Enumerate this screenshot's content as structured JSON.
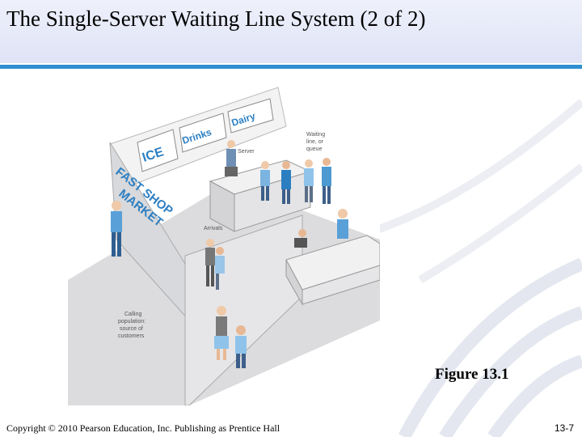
{
  "slide": {
    "title": "The Single-Server Waiting Line System (2 of 2)",
    "caption": "Figure 13.1",
    "copyright": "Copyright © 2010 Pearson Education, Inc. Publishing as Prentice Hall",
    "page_number": "13-7",
    "accent_color": "#2f8fd0"
  },
  "figure": {
    "signs": {
      "ice": "ICE",
      "drinks": "Drinks",
      "dairy": "Dairy"
    },
    "store_name": {
      "line1": "FAST SHOP",
      "line2": "MARKET"
    },
    "labels": {
      "server": "Server",
      "waiting_line1": "Waiting",
      "waiting_line2": "line, or",
      "waiting_line3": "queue",
      "arrivals": "Arrivals",
      "calling1": "Calling",
      "calling2": "population:",
      "calling3": "source of",
      "calling4": "customers"
    }
  }
}
